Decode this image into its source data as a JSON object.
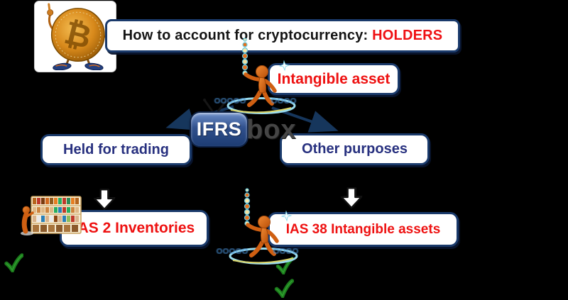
{
  "page": {
    "background_color": "#000000",
    "description_of_visual": "flowchart on black background"
  },
  "title": {
    "prefix": "How to account for cryptocurrency: ",
    "highlight": "HOLDERS",
    "highlight_color": "#ef1013"
  },
  "flowchart": {
    "root_label": "Intangible asset",
    "branch_left_label": "Held for trading",
    "branch_right_label": "Other purposes",
    "result_left_label": "IAS 2 Inventories",
    "result_right_label": "IAS 38 Intangible assets"
  },
  "logo": {
    "screen_text": "IFRS",
    "suffix_text": "box"
  },
  "icons": {
    "bitcoin_symbol": "₿",
    "bitcoin_mascot": "bitcoin-coin-character",
    "reaching_figure": "orange-figure-reaching-up",
    "store_shelf": "figure-at-store-shelf",
    "down_arrow": "thick-down-arrow",
    "checkmark": "green-checkmark"
  },
  "colors": {
    "node_border_navy": "#1a3a6b",
    "branch_text_blue": "#27307f",
    "standard_text_red": "#ee1111",
    "check_green": "#1c7a1c",
    "figure_orange": "#cf5f12",
    "logo_blue": "#30508d"
  }
}
